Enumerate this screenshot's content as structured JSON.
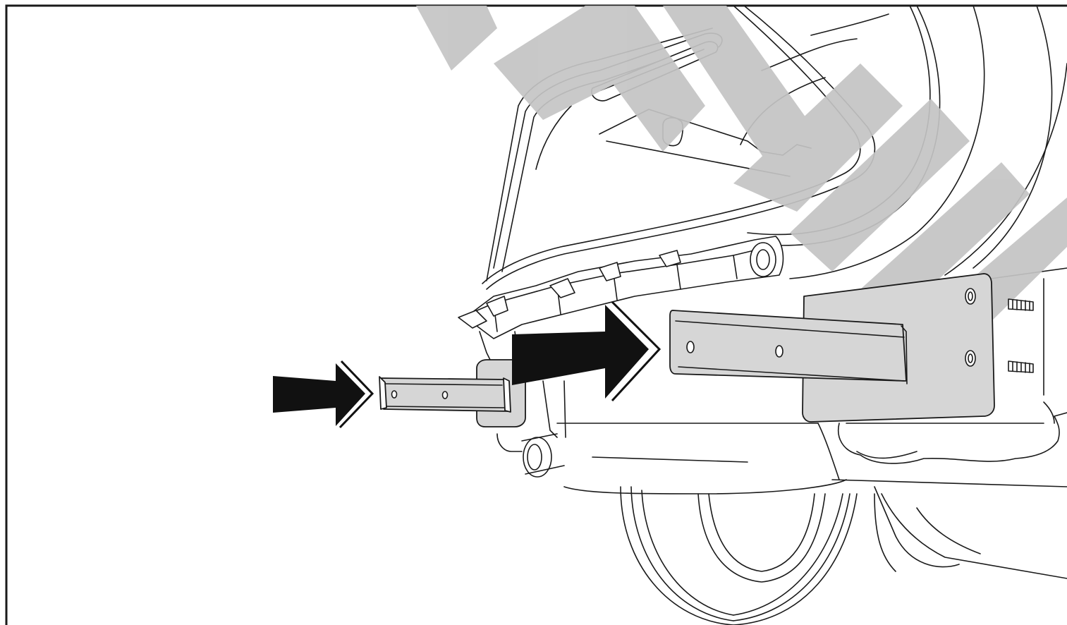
{
  "figure": {
    "watermark_text": "SAMPLE",
    "colors": {
      "background": "#ffffff",
      "line": "#1a1a1a",
      "arrow": "#111111",
      "part_fill": "#d6d6d6",
      "watermark": "#c4c4c4"
    },
    "icons": [
      "arrow-right-icon",
      "arrow-right-icon"
    ],
    "description_parts": [
      "frame-border",
      "vehicle-rear-underside",
      "spare-tire",
      "trailer-hitch-receiver-tube",
      "mounting-bracket",
      "mounting-studs",
      "watermark"
    ]
  }
}
